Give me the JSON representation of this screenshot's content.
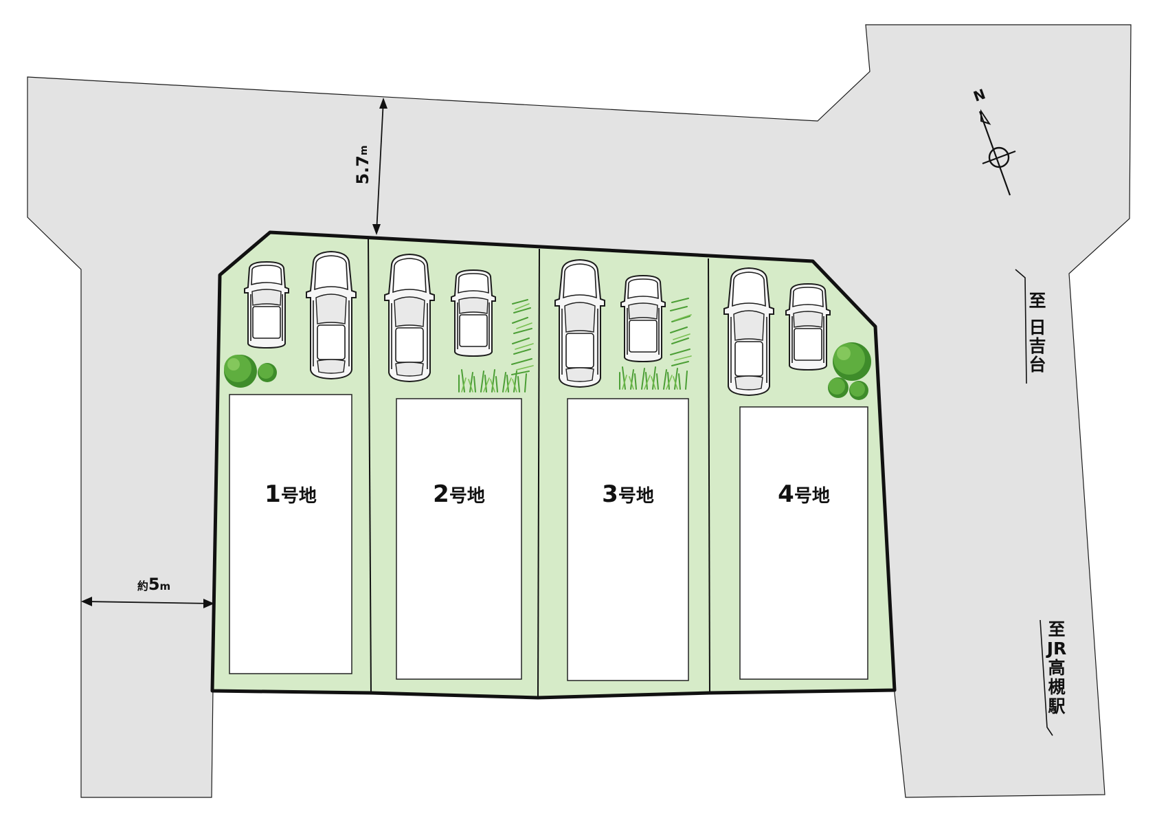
{
  "lots": [
    {
      "number": "1",
      "suffix": "号地"
    },
    {
      "number": "2",
      "suffix": "号地"
    },
    {
      "number": "3",
      "suffix": "号地"
    },
    {
      "number": "4",
      "suffix": "号地"
    }
  ],
  "dimensions": {
    "north_road_width": {
      "value": "5.7",
      "unit": "m"
    },
    "west_road_width": {
      "prefix": "約",
      "value": "5",
      "unit": "m"
    }
  },
  "compass": {
    "north_label": "N"
  },
  "directions": {
    "to_hiyoshidai": [
      "至",
      "日",
      "吉",
      "台"
    ],
    "to_jr_takatsuki": [
      "至",
      "JR",
      "高",
      "槻",
      "駅"
    ]
  },
  "colors": {
    "road": "#e3e3e3",
    "site_fill": "#d6ebc8",
    "boundary": "#111111",
    "greenery": "#5fae3f"
  }
}
